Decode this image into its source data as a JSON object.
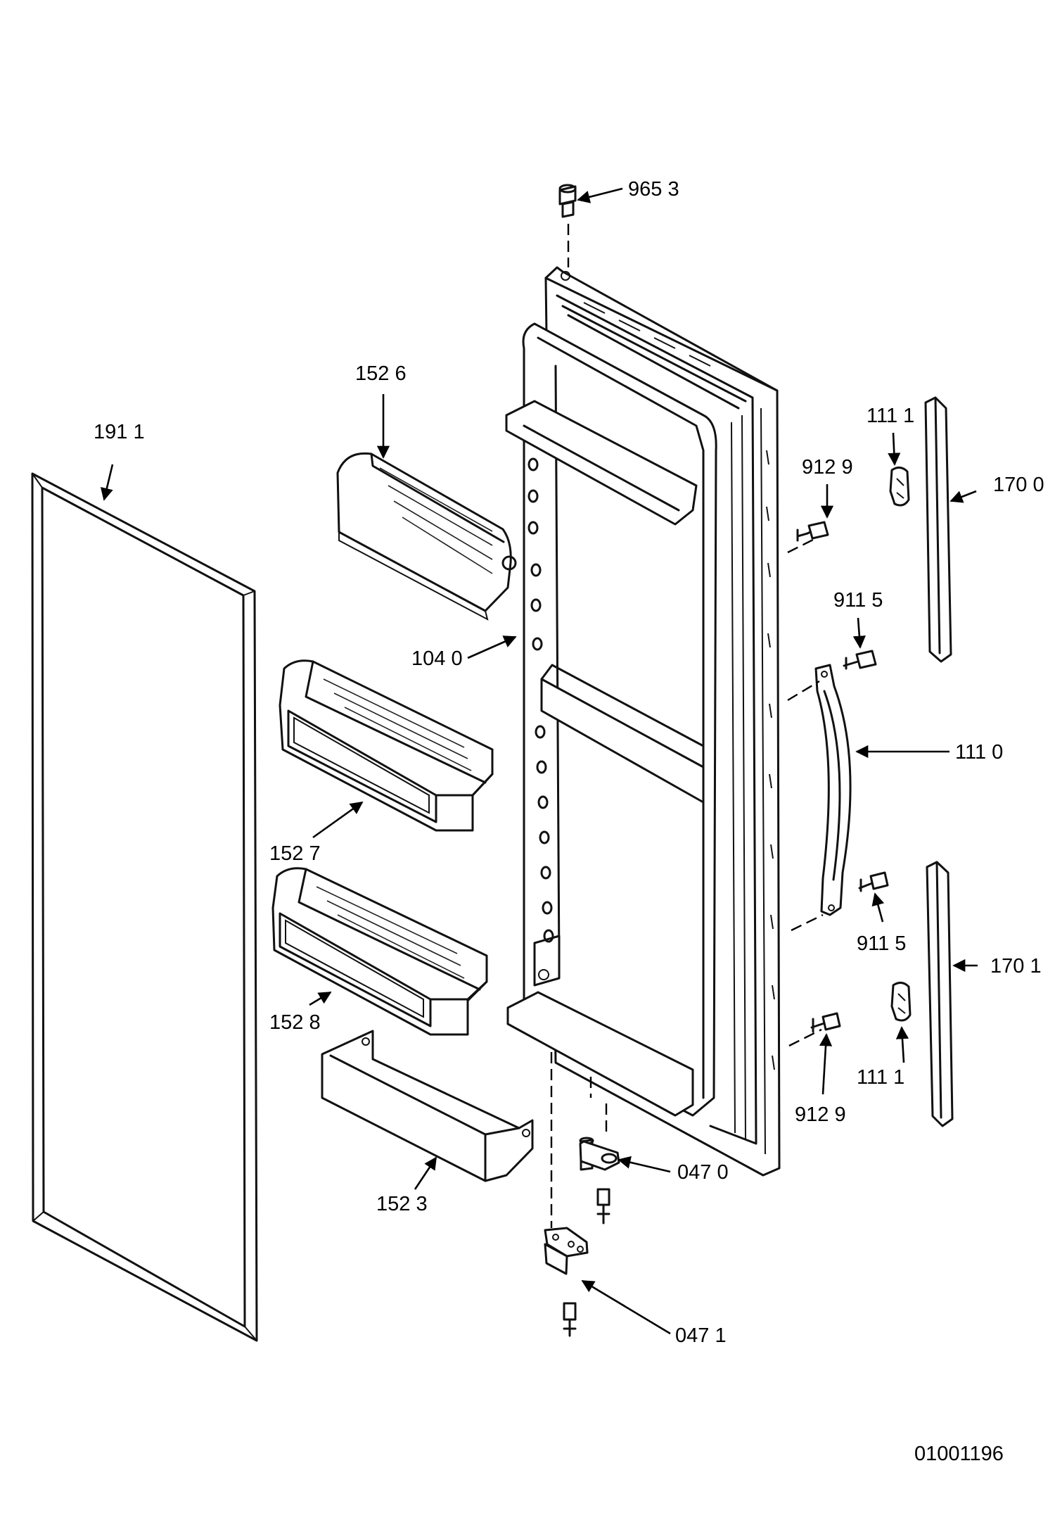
{
  "labels": {
    "p9653": "965 3",
    "p1526": "152 6",
    "p1911": "191 1",
    "p1040": "104 0",
    "p1527": "152 7",
    "p1528": "152 8",
    "p1523": "152 3",
    "p1111_top": "111 1",
    "p9129_top": "912 9",
    "p1700": "170 0",
    "p9115_top": "911 5",
    "p1110": "111 0",
    "p9115_bot": "911 5",
    "p1701": "170 1",
    "p1111_bot": "111 1",
    "p9129_bot": "912 9",
    "p0470": "047 0",
    "p0471": "047 1"
  },
  "document_number": "01001196"
}
